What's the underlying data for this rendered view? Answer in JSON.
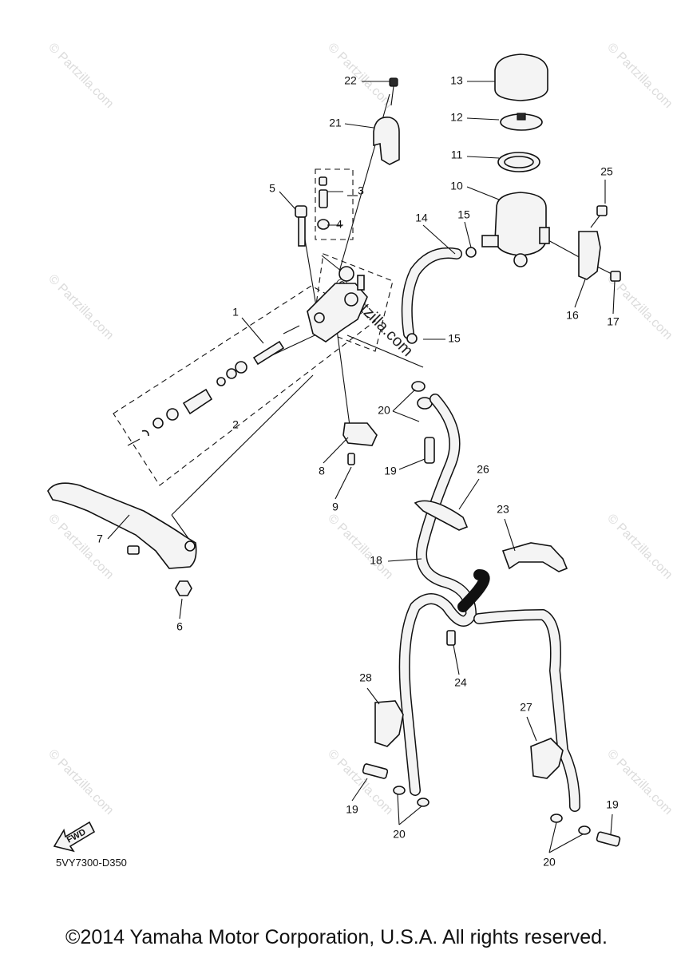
{
  "diagram": {
    "labels": [
      "1",
      "2",
      "3",
      "4",
      "5",
      "6",
      "7",
      "8",
      "9",
      "10",
      "11",
      "12",
      "13",
      "14",
      "15",
      "15",
      "16",
      "17",
      "18",
      "19",
      "19",
      "19",
      "20",
      "20",
      "20",
      "21",
      "22",
      "23",
      "24",
      "25",
      "26",
      "27",
      "28"
    ],
    "drawing_code": "5VY7300-D350",
    "fwd_label": "FWD",
    "watermark": "© Partzilla.com",
    "watermark_center": "©Partzilla.com"
  },
  "footer": {
    "copyright": "©2014 Yamaha Motor Corporation, U.S.A. All rights reserved."
  }
}
